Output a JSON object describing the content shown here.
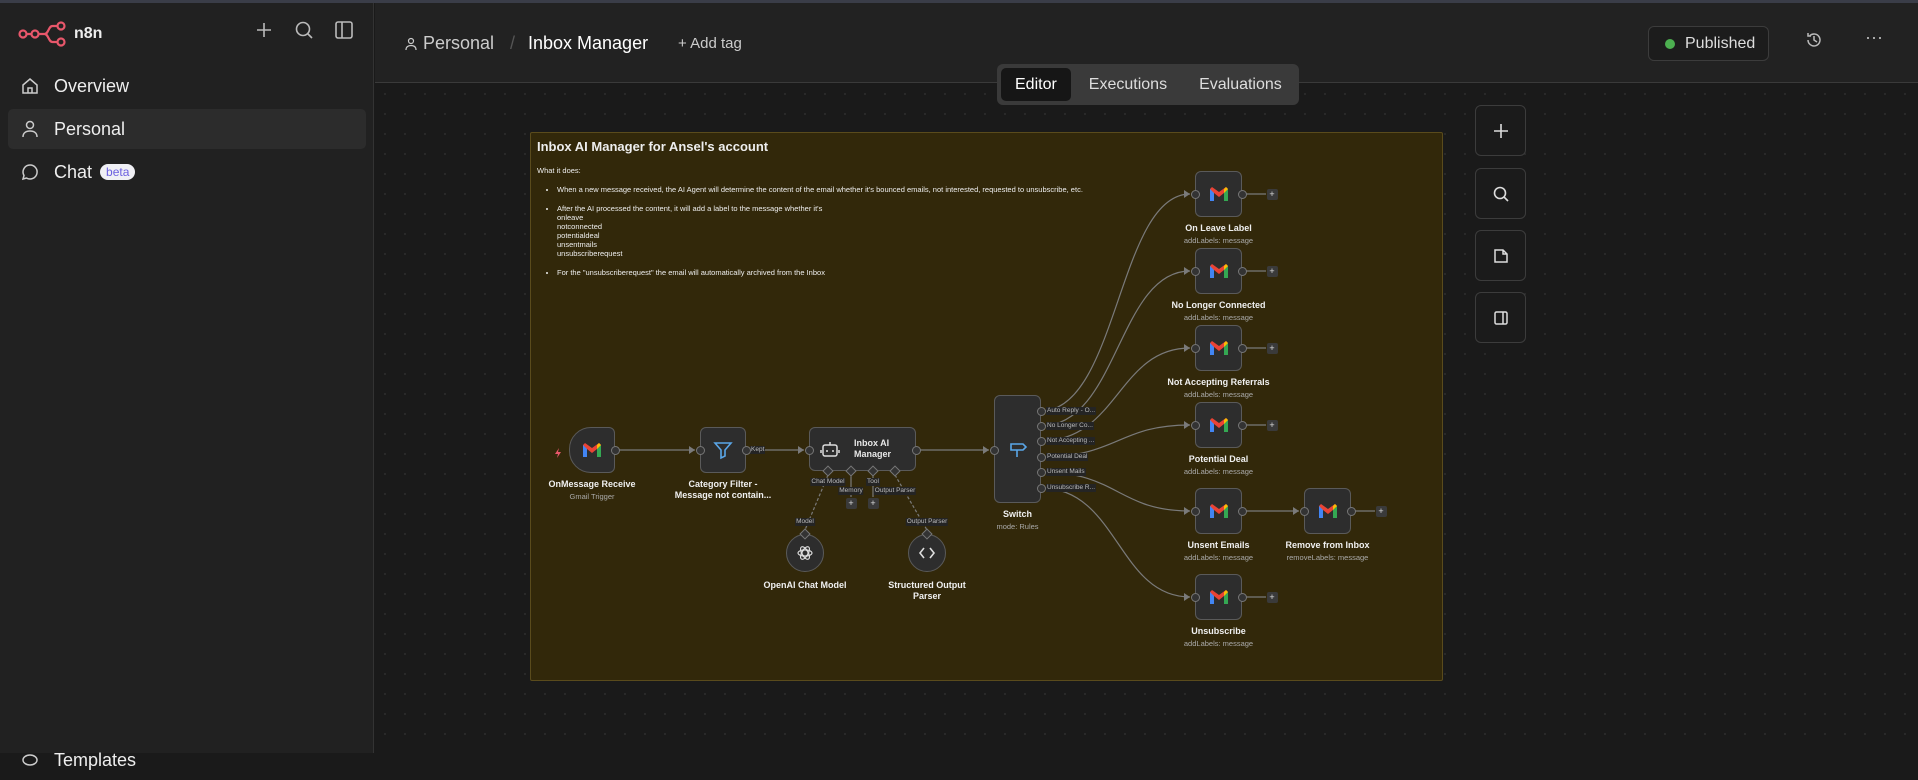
{
  "app": {
    "name": "n8n"
  },
  "sidebar": {
    "items": [
      {
        "label": "Overview",
        "icon": "home-icon"
      },
      {
        "label": "Personal",
        "icon": "user-icon",
        "active": true
      },
      {
        "label": "Chat",
        "icon": "chat-icon",
        "badge": "beta"
      },
      {
        "label": "Templates",
        "icon": "templates-icon"
      }
    ]
  },
  "header": {
    "project": "Personal",
    "separator": "/",
    "workflow_name": "Inbox Manager",
    "add_tag": "+ Add tag",
    "status": "Published",
    "status_color": "#4caf50",
    "more": "···"
  },
  "tabs": [
    {
      "label": "Editor",
      "active": true
    },
    {
      "label": "Executions"
    },
    {
      "label": "Evaluations"
    }
  ],
  "sticky": {
    "title": "Inbox AI Manager for Ansel's account",
    "intro": "What it does:",
    "bullet1": "When a new message received, the AI Agent will determine the content of the email whether it's bounced emails, not interested, requested to unsubscribe, etc.",
    "bullet2": "After the AI processed the content, it will add a label to the message whether it's",
    "labels": [
      "onleave",
      "notconnected",
      "potentialdeal",
      "unsentmails",
      "unsubscriberequest"
    ],
    "bullet3": "For the \"unsubscriberequest\" the email will automatically archived from the Inbox"
  },
  "nodes": [
    {
      "title": "OnMessage Receive",
      "subtitle": "Gmail Trigger",
      "icon": "gmail-icon"
    },
    {
      "title": "Category Filter - Message not contain...",
      "subtitle": "",
      "icon": "filter-icon",
      "output_label": "Kept"
    },
    {
      "title": "Inbox AI Manager",
      "subtitle": "",
      "icon": "robot-icon",
      "inputs": [
        "Chat Model",
        "Memory",
        "Tool",
        "Output Parser"
      ]
    },
    {
      "title": "Switch",
      "subtitle": "mode: Rules",
      "icon": "signpost-icon",
      "outputs": [
        "Auto Reply - O...",
        "No Longer Co...",
        "Not Accepting ...",
        "Potential Deal",
        "Unsent Mails",
        "Unsubscribe R..."
      ]
    },
    {
      "title": "OpenAI Chat Model",
      "subtitle": "",
      "icon": "openai-icon",
      "output_label": "Model"
    },
    {
      "title": "Structured Output Parser",
      "subtitle": "",
      "icon": "code-icon",
      "output_label": "Output Parser"
    },
    {
      "title": "On Leave Label",
      "subtitle": "addLabels: message",
      "icon": "gmail-icon"
    },
    {
      "title": "No Longer Connected",
      "subtitle": "addLabels: message",
      "icon": "gmail-icon"
    },
    {
      "title": "Not Accepting Referrals",
      "subtitle": "addLabels: message",
      "icon": "gmail-icon"
    },
    {
      "title": "Potential Deal",
      "subtitle": "addLabels: message",
      "icon": "gmail-icon"
    },
    {
      "title": "Unsent Emails",
      "subtitle": "addLabels: message",
      "icon": "gmail-icon"
    },
    {
      "title": "Remove from Inbox",
      "subtitle": "removeLabels: message",
      "icon": "gmail-icon"
    },
    {
      "title": "Unsubscribe",
      "subtitle": "addLabels: message",
      "icon": "gmail-icon"
    }
  ],
  "canvas_tools": [
    {
      "icon": "plus-icon"
    },
    {
      "icon": "search-icon"
    },
    {
      "icon": "sticky-note-icon"
    },
    {
      "icon": "panel-icon"
    }
  ]
}
